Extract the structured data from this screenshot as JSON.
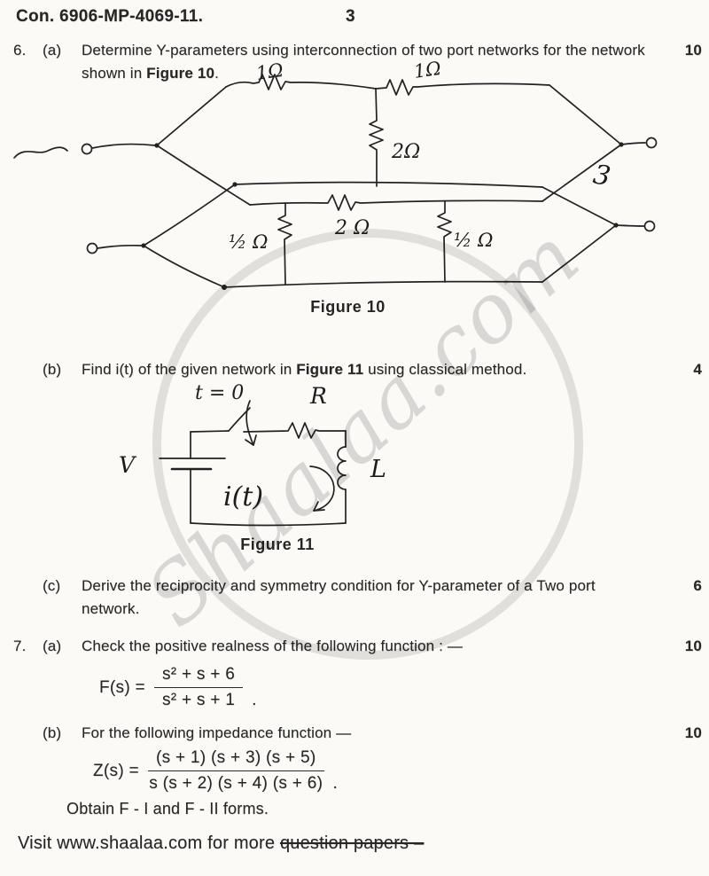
{
  "header": {
    "exam_code": "Con. 6906-MP-4069-11.",
    "page_number": "3"
  },
  "watermark": {
    "text": "Shaalaa.com"
  },
  "q6": {
    "number": "6.",
    "a": {
      "label": "(a)",
      "line1": "Determine Y-parameters using interconnection of two port networks for the network",
      "line2_pre": "shown in ",
      "line2_bold": "Figure 10",
      "line2_post": ".",
      "marks": "10"
    },
    "b": {
      "label": "(b)",
      "pre": "Find i(t) of the given network in ",
      "bold": "Figure 11",
      "post": " using classical method.",
      "marks": "4"
    },
    "c": {
      "label": "(c)",
      "line1": "Derive the reciprocity and symmetry condition for Y-parameter of a Two port",
      "line2": "network.",
      "marks": "6"
    }
  },
  "q7": {
    "number": "7.",
    "a": {
      "label": "(a)",
      "text": "Check the positive realness of the following function : —",
      "marks": "10"
    },
    "b": {
      "label": "(b)",
      "text": "For the following impedance function —",
      "marks": "10"
    },
    "obtain": "Obtain F - I and F - II forms."
  },
  "formulas": {
    "f": {
      "lhs": "F(s) =",
      "num": "s² + s + 6",
      "den": "s² + s + 1",
      "period": "."
    },
    "z": {
      "lhs": "Z(s) =",
      "num": "(s + 1) (s + 3) (s + 5)",
      "den": "s (s + 2) (s + 4) (s + 6)",
      "period": "."
    }
  },
  "fig10": {
    "caption": "Figure 10",
    "stray_mark": "3",
    "labels": {
      "r1": "1Ω",
      "r2": "1Ω",
      "shunt_top": "2Ω",
      "half_left": "½ Ω",
      "series_bottom": "2 Ω",
      "half_right": "½ Ω"
    }
  },
  "fig11": {
    "caption": "Figure 11",
    "labels": {
      "switch": "t = 0",
      "resistor": "R",
      "source": "V",
      "inductor": "L",
      "current": "i(t)"
    }
  },
  "footer": {
    "pre": "Visit www.shaalaa.com for more ",
    "struck": "question papers –"
  }
}
